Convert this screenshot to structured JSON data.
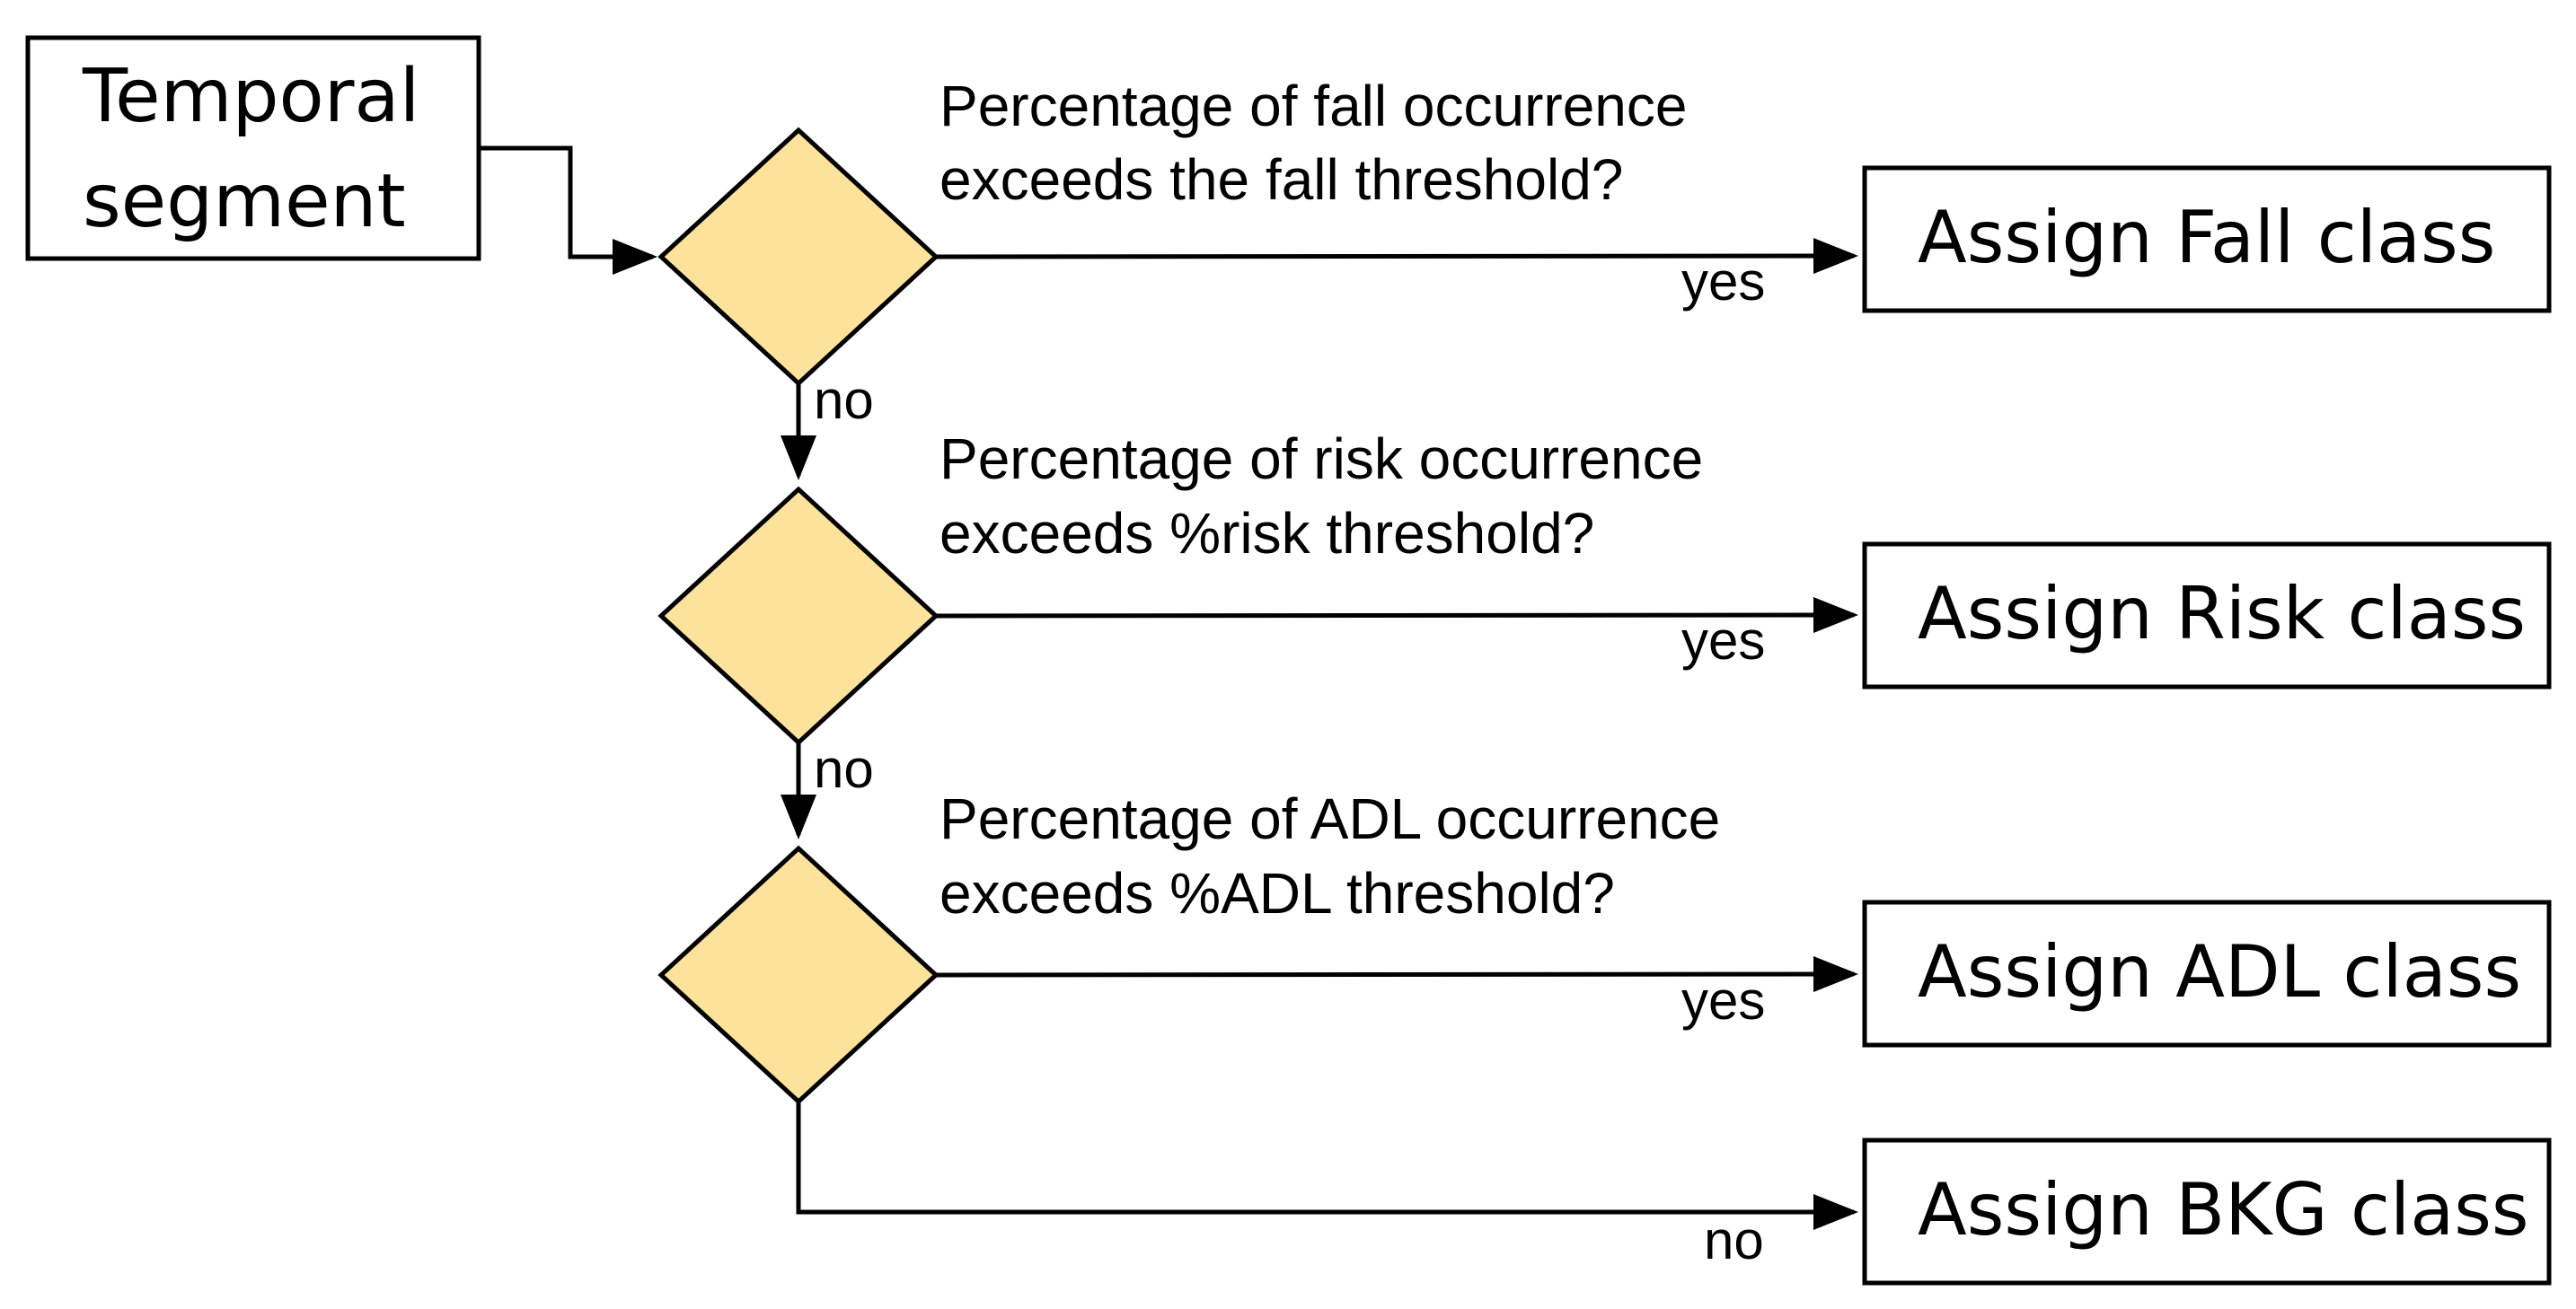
{
  "start": {
    "lines": [
      "Temporal",
      "segment"
    ]
  },
  "decisions": [
    {
      "question_lines": [
        "Percentage of fall occurrence",
        "exceeds the fall threshold?"
      ],
      "yes_label": "yes",
      "no_label": "no"
    },
    {
      "question_lines": [
        "Percentage of risk occurrence",
        "exceeds %risk threshold?"
      ],
      "yes_label": "yes",
      "no_label": "no"
    },
    {
      "question_lines": [
        "Percentage of ADL occurrence",
        "exceeds %ADL threshold?"
      ],
      "yes_label": "yes",
      "no_label": "no"
    }
  ],
  "outcomes": [
    {
      "label": "Assign Fall class"
    },
    {
      "label": "Assign Risk class"
    },
    {
      "label": "Assign ADL class"
    },
    {
      "label": "Assign BKG class"
    }
  ],
  "colors": {
    "decision_fill": "#FCE29A",
    "stroke": "#000000",
    "background": "#FFFFFF"
  }
}
